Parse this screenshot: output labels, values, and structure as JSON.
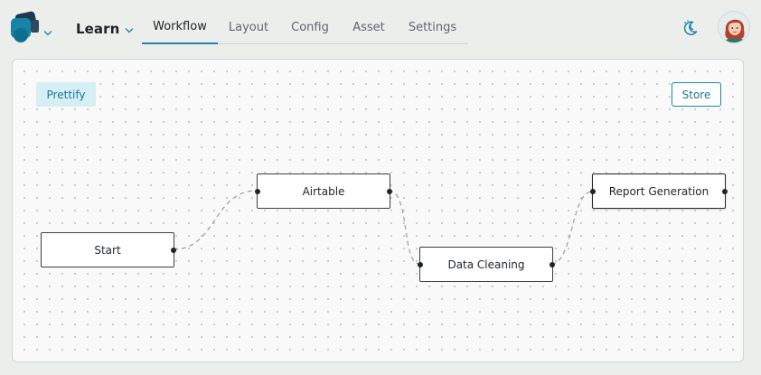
{
  "header": {
    "app_name": "Learn",
    "tabs": [
      {
        "id": "workflow",
        "label": "Workflow",
        "active": true
      },
      {
        "id": "layout",
        "label": "Layout",
        "active": false
      },
      {
        "id": "config",
        "label": "Config",
        "active": false
      },
      {
        "id": "asset",
        "label": "Asset",
        "active": false
      },
      {
        "id": "settings",
        "label": "Settings",
        "active": false
      }
    ],
    "icons": {
      "logo": "app-logo-icon",
      "theme": "theme-toggle-icon",
      "avatar": "user-avatar"
    }
  },
  "canvas": {
    "prettify_label": "Prettify",
    "store_label": "Store",
    "nodes": [
      {
        "id": "start",
        "label": "Start"
      },
      {
        "id": "airtable",
        "label": "Airtable"
      },
      {
        "id": "data-cleaning",
        "label": "Data Cleaning"
      },
      {
        "id": "report-generation",
        "label": "Report Generation"
      }
    ]
  },
  "colors": {
    "accent": "#1d87a6",
    "accent_text": "#1a7693",
    "prettify_bg": "#d5eff5",
    "node_border": "#3b3f44",
    "edge": "#9a9da1",
    "page_bg": "#eceeec",
    "canvas_bg": "#f9f9f9"
  }
}
